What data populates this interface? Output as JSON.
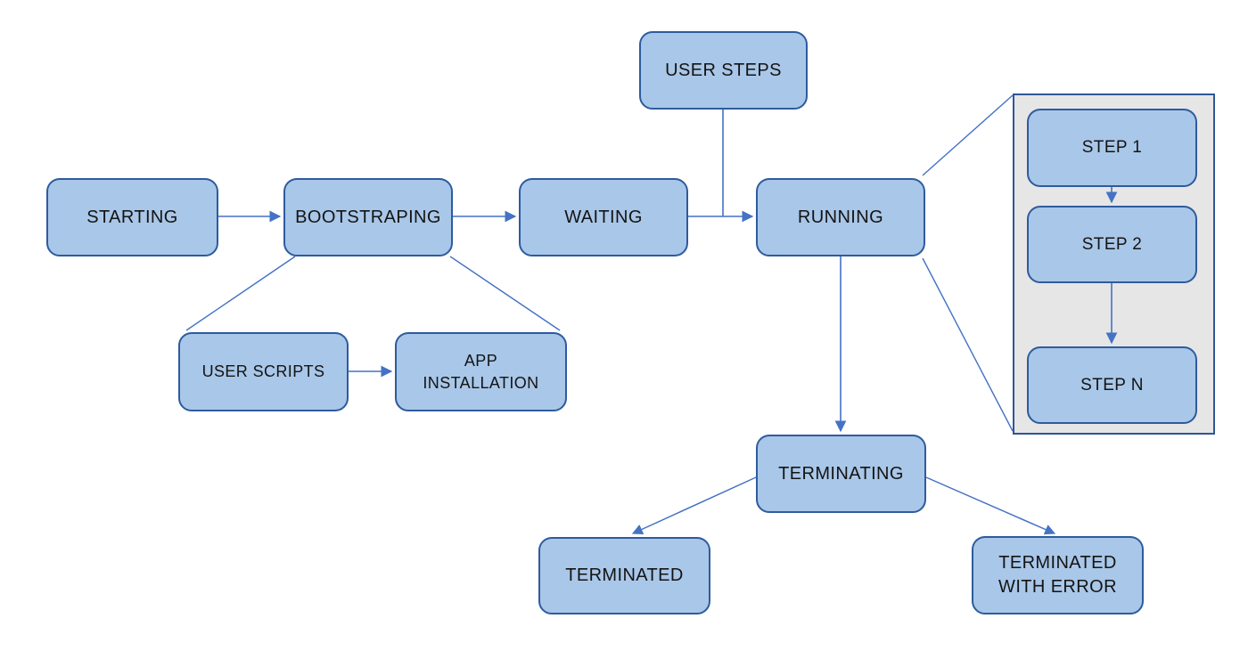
{
  "diagram": {
    "type": "state-flowchart",
    "nodes": {
      "starting": {
        "label": "STARTING"
      },
      "bootstraping": {
        "label": "BOOTSTRAPING"
      },
      "waiting": {
        "label": "WAITING"
      },
      "running": {
        "label": "RUNNING"
      },
      "user_steps": {
        "label": "USER STEPS"
      },
      "user_scripts": {
        "label": "USER SCRIPTS"
      },
      "app_installation": {
        "label": "APP INSTALLATION"
      },
      "step_1": {
        "label": "STEP 1"
      },
      "step_2": {
        "label": "STEP 2"
      },
      "step_n": {
        "label": "STEP N"
      },
      "terminating": {
        "label": "TERMINATING"
      },
      "terminated": {
        "label": "TERMINATED"
      },
      "terminated_with_error": {
        "label": "TERMINATED WITH ERROR"
      }
    },
    "edges": [
      {
        "from": "starting",
        "to": "bootstraping",
        "style": "arrow"
      },
      {
        "from": "bootstraping",
        "to": "waiting",
        "style": "arrow"
      },
      {
        "from": "waiting",
        "to": "running",
        "style": "arrow"
      },
      {
        "from": "user_steps",
        "to": "waiting-running-arrow",
        "style": "line"
      },
      {
        "from": "bootstraping",
        "to": "user_scripts",
        "style": "line"
      },
      {
        "from": "bootstraping",
        "to": "app_installation",
        "style": "line"
      },
      {
        "from": "user_scripts",
        "to": "app_installation",
        "style": "arrow"
      },
      {
        "from": "running",
        "to": "steps_panel_top",
        "style": "line"
      },
      {
        "from": "running",
        "to": "steps_panel_bottom",
        "style": "line"
      },
      {
        "from": "step_1",
        "to": "step_2",
        "style": "arrow"
      },
      {
        "from": "step_2",
        "to": "step_n",
        "style": "arrow"
      },
      {
        "from": "running",
        "to": "terminating",
        "style": "arrow"
      },
      {
        "from": "terminating",
        "to": "terminated",
        "style": "arrow"
      },
      {
        "from": "terminating",
        "to": "terminated_with_error",
        "style": "arrow"
      }
    ],
    "colors": {
      "node_fill": "#a9c7e8",
      "node_border": "#2e5b9e",
      "connector": "#4472c4",
      "panel_fill": "#e7e6e6",
      "panel_border": "#2f5597",
      "text": "#141414",
      "background": "#ffffff"
    }
  }
}
